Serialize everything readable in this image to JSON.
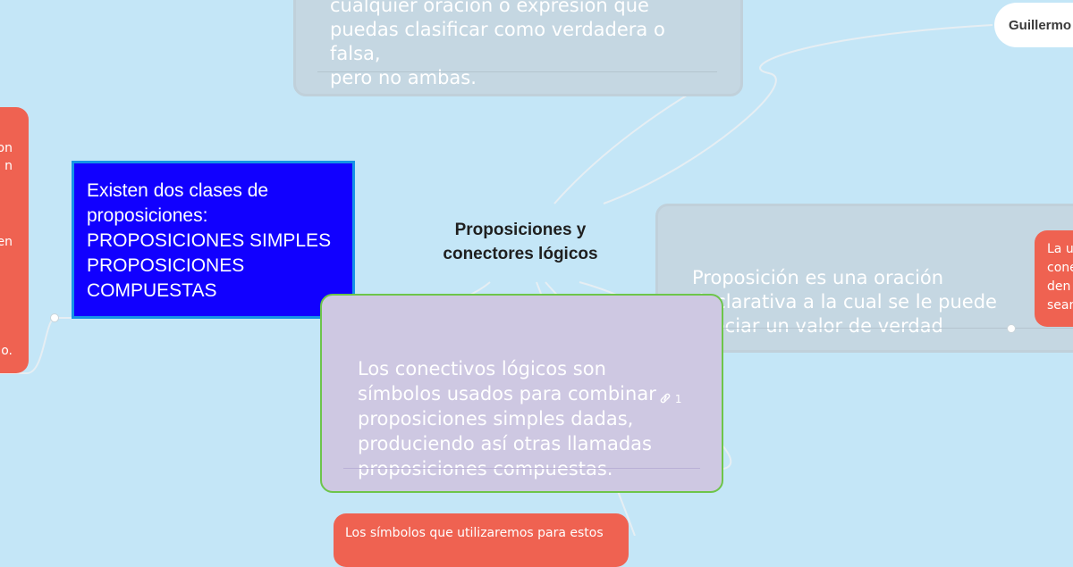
{
  "center": {
    "title": "Proposiciones y\nconectores lógicos"
  },
  "top_card": {
    "text": "cualquier oración o expresión que\npuedas clasificar como verdadera o falsa,\npero no ambas."
  },
  "name_pill": {
    "label": "Guillermo"
  },
  "blue_card": {
    "text": "Existen dos clases de\nproposiciones:\nPROPOSICIONES SIMPLES\nPROPOSICIONES\nCOMPUESTAS"
  },
  "left_red_card": {
    "fragments": [
      "on",
      "n",
      "en",
      "do."
    ]
  },
  "right_card": {
    "text": "Proposición es una oración\ndeclarativa a la cual se le puede\nasociar un valor de verdad"
  },
  "right_red_card": {
    "text": "La u\ncone\nden\nsear"
  },
  "purple_card": {
    "text": "Los conectivos lógicos son\nsímbolos usados para combinar\nproposiciones simples dadas,\nproduciendo así otras llamadas\nproposiciones compuestas.",
    "link_count": "1",
    "link_icon": "link-icon"
  },
  "bottom_red_card": {
    "text": "Los símbolos que utilizaremos para estos"
  },
  "colors": {
    "background": "#c4e6f7",
    "grey_card": "#c5d7e2",
    "red_card": "#ef6251",
    "blue_card": "#1100ff",
    "blue_border": "#1593e6",
    "purple_card": "#cec8e2",
    "purple_border": "#6dc54a"
  }
}
